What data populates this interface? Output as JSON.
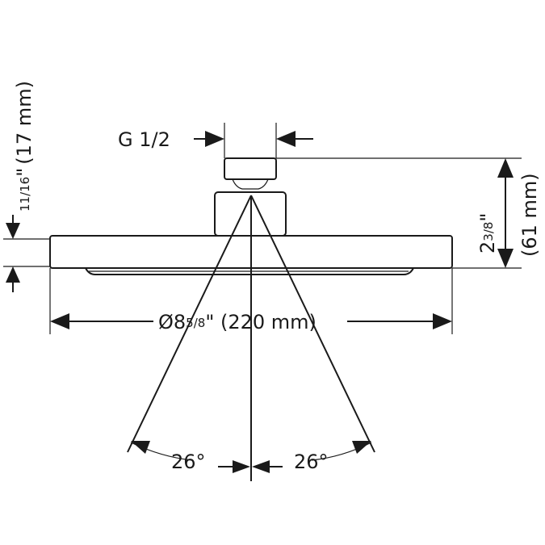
{
  "labels": {
    "thread": "G 1/2",
    "diameter_prefix": "Ø8",
    "diameter_fraction": "5/8",
    "diameter_suffix": "\" (220 mm)",
    "height_whole": "2",
    "height_fraction": "3/8",
    "height_inch_mark": "\"",
    "height_mm": "(61 mm)",
    "thickness_fraction": "11/16",
    "thickness_inch_mark": "\"",
    "thickness_mm": "(17 mm)",
    "angle_left": "26°",
    "angle_right": "26°"
  },
  "colors": {
    "line": "#1a1a1a",
    "background": "#ffffff"
  }
}
